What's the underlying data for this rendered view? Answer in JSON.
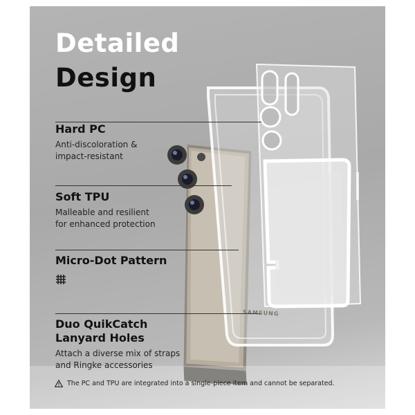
{
  "title": {
    "line1": "Detailed",
    "line2": "Design"
  },
  "features": [
    {
      "heading": "Hard PC",
      "desc1": "Anti-discoloration &",
      "desc2": "impact-resistant"
    },
    {
      "heading": "Soft TPU",
      "desc1": "Malleable and resilient",
      "desc2": "for enhanced protection"
    },
    {
      "heading": "Micro-Dot Pattern",
      "icon": "grid-dot-icon"
    },
    {
      "heading1": "Duo QuikCatch",
      "heading2": "Lanyard Holes",
      "desc1": "Attach a diverse mix of straps",
      "desc2": "and Ringke accessories"
    }
  ],
  "phone": {
    "brand_text": "SAMSUNG"
  },
  "footnote": {
    "icon": "warning-icon",
    "text": "The PC and TPU are integrated into a single-piece item and cannot be separated."
  },
  "colors": {
    "panel": "#b0b0b0",
    "title_light": "#ffffff",
    "title_dark": "#111111"
  }
}
